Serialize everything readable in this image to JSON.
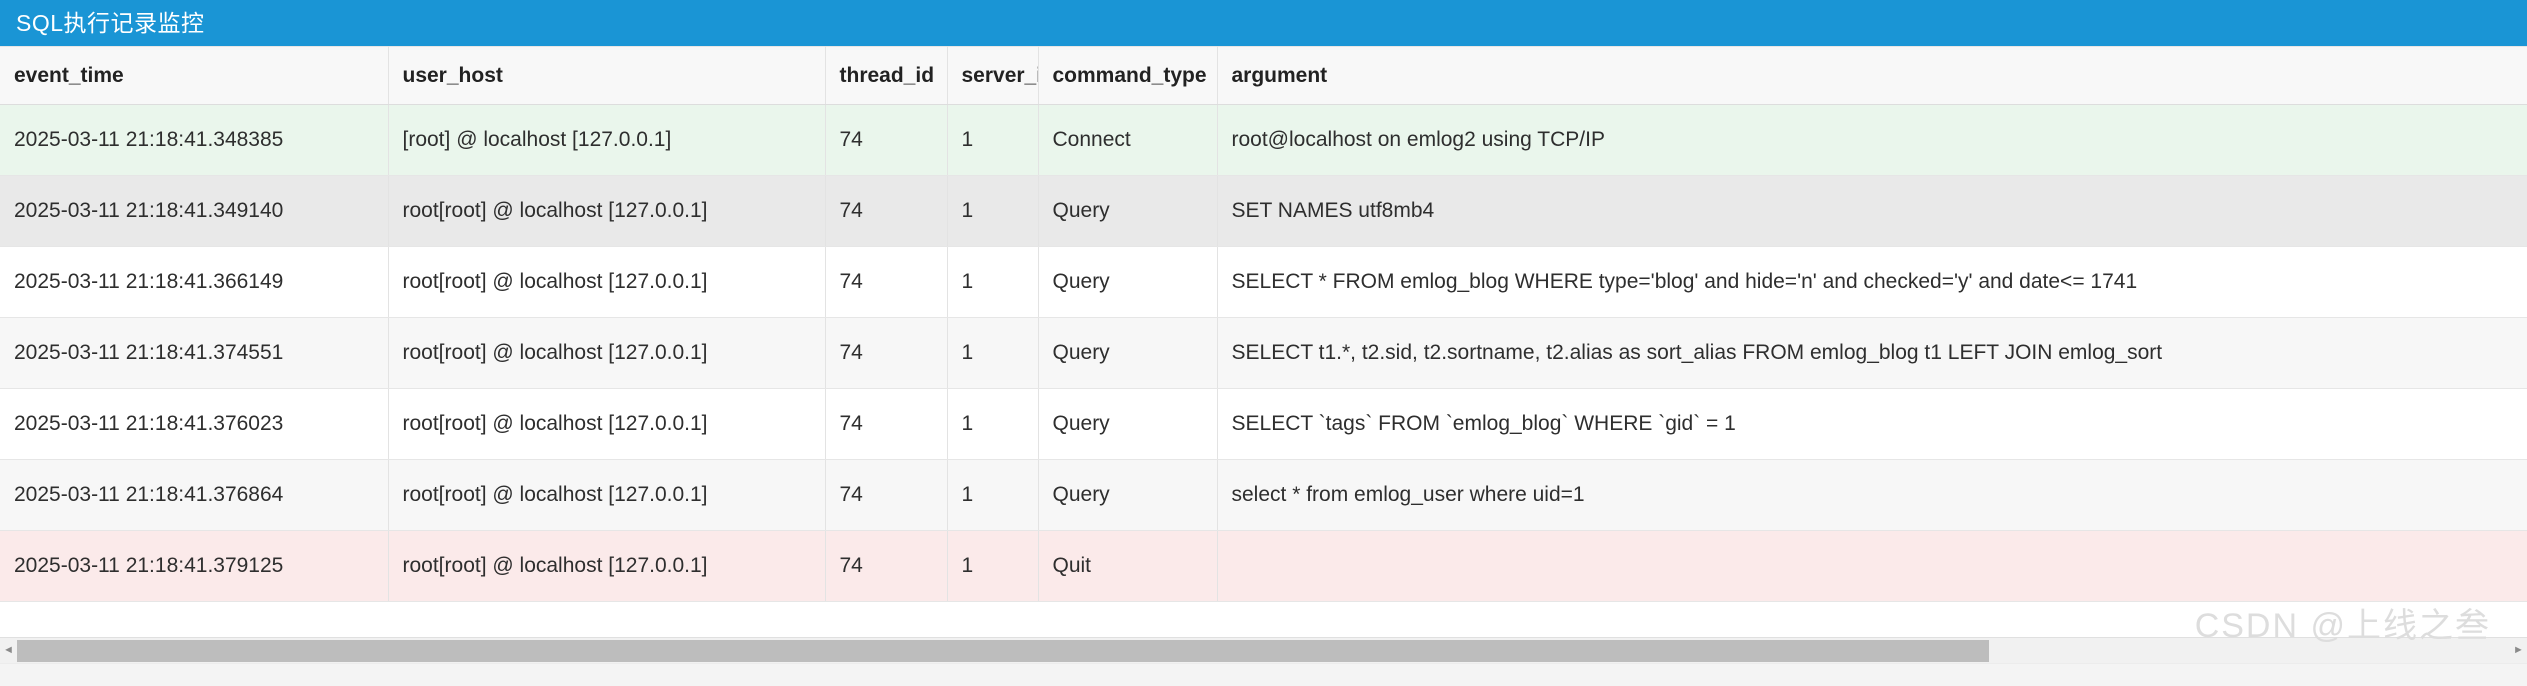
{
  "window": {
    "title": "SQL执行记录监控",
    "header_bg": "#1a95d5",
    "header_text_color": "#ffffff"
  },
  "table": {
    "columns": [
      {
        "key": "event_time",
        "label": "event_time"
      },
      {
        "key": "user_host",
        "label": "user_host"
      },
      {
        "key": "thread_id",
        "label": "thread_id"
      },
      {
        "key": "server_id",
        "label": "server_id"
      },
      {
        "key": "command_type",
        "label": "command_type"
      },
      {
        "key": "argument",
        "label": "argument"
      }
    ],
    "rows": [
      {
        "style": "connect",
        "event_time": "2025-03-11 21:18:41.348385",
        "user_host": "[root] @ localhost [127.0.0.1]",
        "thread_id": "74",
        "server_id": "1",
        "command_type": "Connect",
        "argument": "root@localhost on emlog2 using TCP/IP"
      },
      {
        "style": "grey",
        "event_time": "2025-03-11 21:18:41.349140",
        "user_host": "root[root] @ localhost [127.0.0.1]",
        "thread_id": "74",
        "server_id": "1",
        "command_type": "Query",
        "argument": "SET NAMES utf8mb4"
      },
      {
        "style": "default",
        "event_time": "2025-03-11 21:18:41.366149",
        "user_host": "root[root] @ localhost [127.0.0.1]",
        "thread_id": "74",
        "server_id": "1",
        "command_type": "Query",
        "argument": "SELECT * FROM emlog_blog WHERE type='blog' and hide='n' and checked='y' and date<= 1741"
      },
      {
        "style": "alt",
        "event_time": "2025-03-11 21:18:41.374551",
        "user_host": "root[root] @ localhost [127.0.0.1]",
        "thread_id": "74",
        "server_id": "1",
        "command_type": "Query",
        "argument": "SELECT t1.*, t2.sid, t2.sortname, t2.alias as sort_alias FROM emlog_blog t1 LEFT JOIN emlog_sort"
      },
      {
        "style": "default",
        "event_time": "2025-03-11 21:18:41.376023",
        "user_host": "root[root] @ localhost [127.0.0.1]",
        "thread_id": "74",
        "server_id": "1",
        "command_type": "Query",
        "argument": "SELECT `tags` FROM `emlog_blog` WHERE `gid` = 1"
      },
      {
        "style": "alt",
        "event_time": "2025-03-11 21:18:41.376864",
        "user_host": "root[root] @ localhost [127.0.0.1]",
        "thread_id": "74",
        "server_id": "1",
        "command_type": "Query",
        "argument": "select * from emlog_user where uid=1"
      },
      {
        "style": "quit",
        "event_time": "2025-03-11 21:18:41.379125",
        "user_host": "root[root] @ localhost [127.0.0.1]",
        "thread_id": "74",
        "server_id": "1",
        "command_type": "Quit",
        "argument": ""
      }
    ],
    "row_colors": {
      "connect_text": "#53b96a",
      "connect_bg": "#eaf6ec",
      "quit_text": "#e3716f",
      "quit_bg": "#fbeaea"
    }
  },
  "scrollbar": {
    "left_arrow": "◄",
    "right_arrow": "►"
  },
  "watermark": {
    "text": "CSDN @上线之叁"
  }
}
